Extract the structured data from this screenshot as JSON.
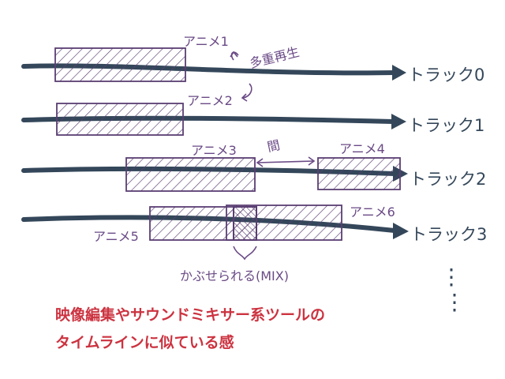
{
  "colors": {
    "track_line": "#34475a",
    "clip_stroke": "#5a3e72",
    "annotation": "#6a4a86",
    "caption": "#cc3340"
  },
  "tracks": [
    {
      "label": "トラック0"
    },
    {
      "label": "トラック1"
    },
    {
      "label": "トラック2"
    },
    {
      "label": "トラック3"
    }
  ],
  "clips": [
    {
      "label": "アニメ1"
    },
    {
      "label": "アニメ2"
    },
    {
      "label": "アニメ3"
    },
    {
      "label": "アニメ4"
    },
    {
      "label": "アニメ5"
    },
    {
      "label": "アニメ6"
    }
  ],
  "annotations": {
    "multi_play": "多重再生",
    "gap": "間",
    "overlap": "かぶせられる(MIX)",
    "continuation": "⋮"
  },
  "caption": {
    "line1": "映像編集やサウンドミキサー系ツールの",
    "line2": "タイムラインに似ている感"
  }
}
